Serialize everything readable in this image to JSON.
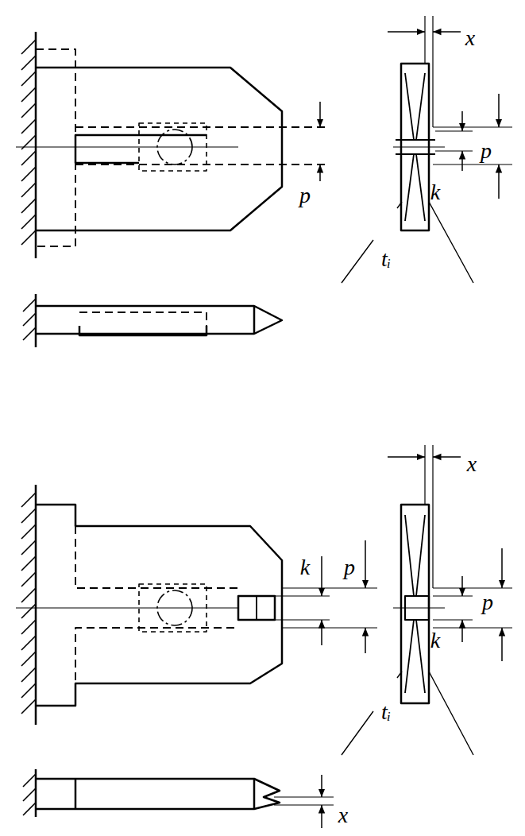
{
  "diagram": {
    "labels": [
      "x",
      "p",
      "p",
      "k",
      "tᵢ",
      "k",
      "p",
      "x",
      "p",
      "k",
      "tᵢ",
      "x"
    ]
  }
}
